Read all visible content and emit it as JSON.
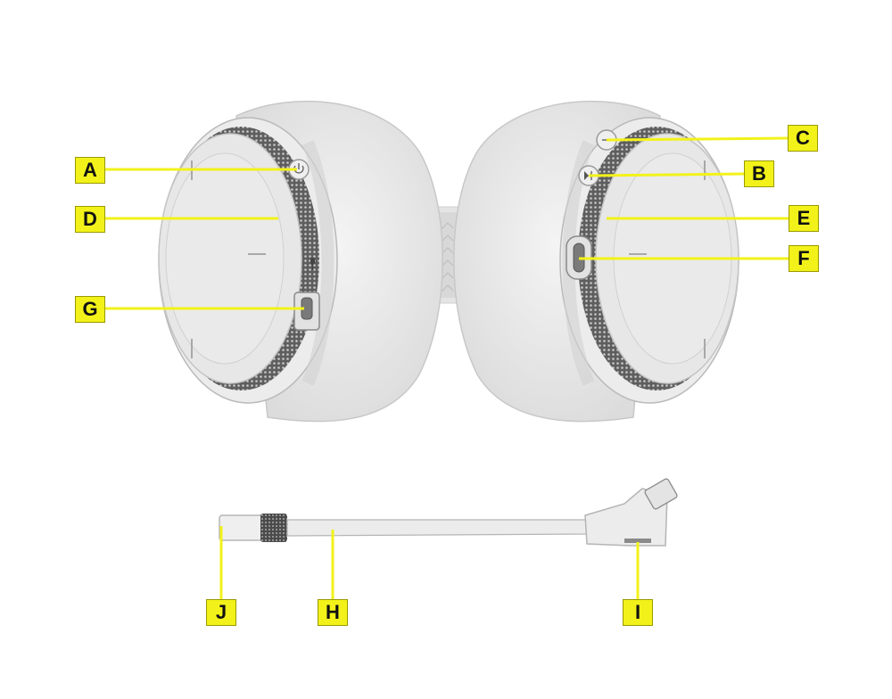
{
  "labels": {
    "a": "A",
    "b": "B",
    "c": "C",
    "d": "D",
    "e": "E",
    "f": "F",
    "g": "G",
    "h": "H",
    "i": "I",
    "j": "J"
  },
  "colors": {
    "callout_fill": "#f2f21a",
    "leader_line": "#f2f21a",
    "device_body": "#e9e9e9",
    "mesh": "#6a6a6a",
    "outline": "#b5b5b5"
  },
  "icons": {
    "power_button": "power-icon",
    "multifunction_button": "play-pause-icon",
    "volume_button": "volume-icon",
    "mic_port_symbol": "microphone-icon"
  }
}
